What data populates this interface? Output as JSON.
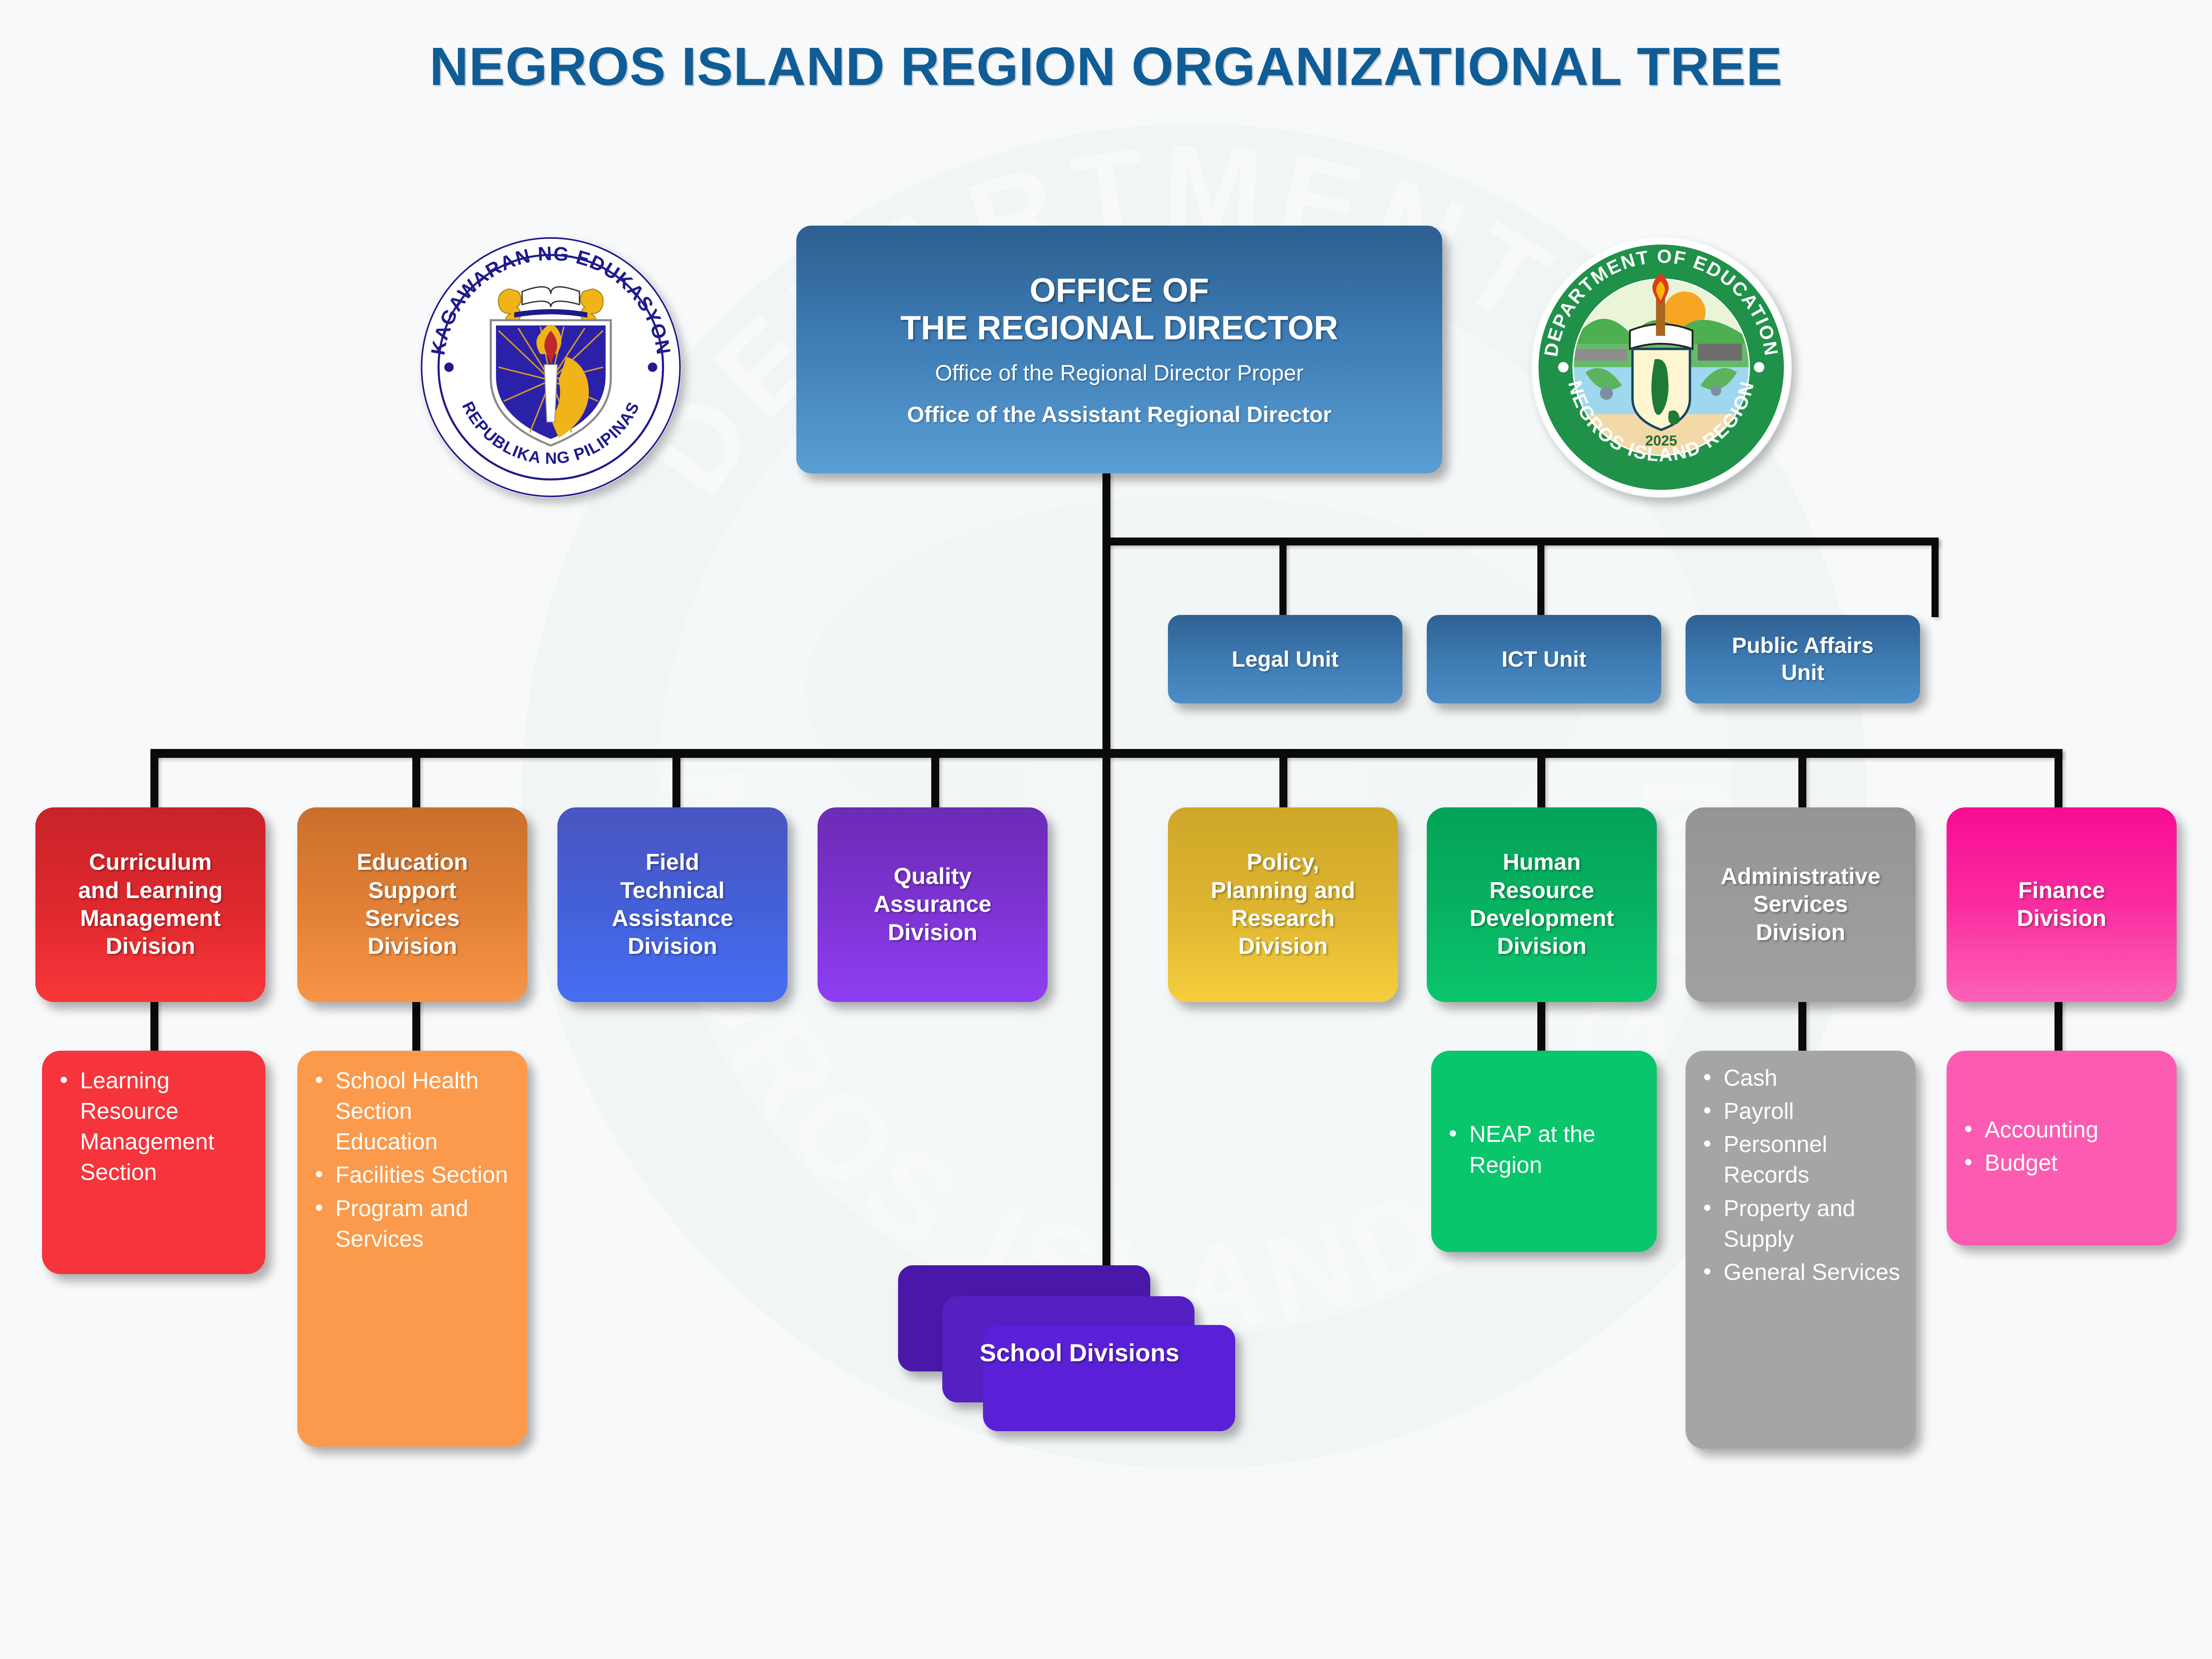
{
  "page": {
    "title": "NEGROS ISLAND REGION ORGANIZATIONAL TREE",
    "background_color": "#f7f9fb",
    "title_color": "#0f5c96"
  },
  "logos": {
    "left": {
      "name": "deped-philippines-seal",
      "outer_text_top": "KAGAWARAN NG EDUKASYON",
      "outer_text_bottom": "REPUBLIKA NG PILIPINAS",
      "color": "#1e1a8c"
    },
    "right": {
      "name": "deped-negros-island-region-seal",
      "outer_text_top": "DEPARTMENT OF EDUCATION",
      "outer_text_bottom": "NEGROS ISLAND REGION",
      "year": "2025",
      "color": "#229a4e"
    }
  },
  "head": {
    "title_line1": "OFFICE OF",
    "title_line2": "THE REGIONAL DIRECTOR",
    "sub1": "Office of the Regional Director Proper",
    "sub2": "Office of the Assistant Regional Director",
    "color": "#3d7cb5"
  },
  "units": [
    {
      "label": "Legal Unit",
      "color": "#3d7ab2"
    },
    {
      "label": "ICT Unit",
      "color": "#3d7ab2"
    },
    {
      "label": "Public Affairs\nUnit",
      "color": "#3d7ab2"
    }
  ],
  "unit_labels": {
    "legal": "Legal Unit",
    "ict": "ICT Unit",
    "public_affairs_l1": "Public Affairs",
    "public_affairs_l2": "Unit"
  },
  "divisions": [
    {
      "id": "curriculum",
      "label": "Curriculum and Learning Management Division",
      "lines": [
        "Curriculum",
        "and Learning",
        "Management",
        "Division"
      ],
      "color": "#e8282a",
      "sub_color": "#f5333a",
      "items": [
        "Learning Resource Management Section"
      ]
    },
    {
      "id": "education-support",
      "label": "Education Support Services Division",
      "lines": [
        "Education",
        "Support",
        "Services",
        "Division"
      ],
      "color": "#ef8139",
      "sub_color": "#fb9a4c",
      "items": [
        "School Health Section Education",
        "Facilities Section",
        "Program and Services"
      ]
    },
    {
      "id": "field-technical",
      "label": "Field Technical Assistance Division",
      "lines": [
        "Field",
        "Technical",
        "Assistance",
        "Division"
      ],
      "color": "#4360d8",
      "sub_color": "#4360d8",
      "items": []
    },
    {
      "id": "quality-assurance",
      "label": "Quality Assurance Division",
      "lines": [
        "Quality",
        "Assurance",
        "Division"
      ],
      "color": "#8234e0",
      "sub_color": "#8234e0",
      "items": []
    },
    {
      "id": "policy-planning",
      "label": "Policy, Planning and Research Division",
      "lines": [
        "Policy,",
        "Planning and",
        "Research",
        "Division"
      ],
      "color": "#e8b52a",
      "sub_color": "#e8b52a",
      "items": []
    },
    {
      "id": "human-resource",
      "label": "Human Resource Development Division",
      "lines": [
        "Human",
        "Resource",
        "Development",
        "Division"
      ],
      "color": "#09b563",
      "sub_color": "#09c56b",
      "items": [
        "NEAP at the Region"
      ]
    },
    {
      "id": "administrative-services",
      "label": "Administrative Services Division",
      "lines": [
        "Administrative",
        "Services",
        "Division"
      ],
      "color": "#9a9a9a",
      "sub_color": "#a5a5a5",
      "items": [
        "Cash",
        "Payroll",
        "Personnel Records",
        "Property and Supply",
        "General Services"
      ]
    },
    {
      "id": "finance",
      "label": "Finance Division",
      "lines": [
        "Finance",
        "Division"
      ],
      "color": "#fb1f9a",
      "sub_color": "#fb5cb1",
      "items": [
        "Accounting",
        "Budget"
      ]
    }
  ],
  "school_divisions": {
    "label": "School Divisions",
    "colors": [
      "#4a18a8",
      "#5420c2",
      "#5a20d8"
    ]
  }
}
